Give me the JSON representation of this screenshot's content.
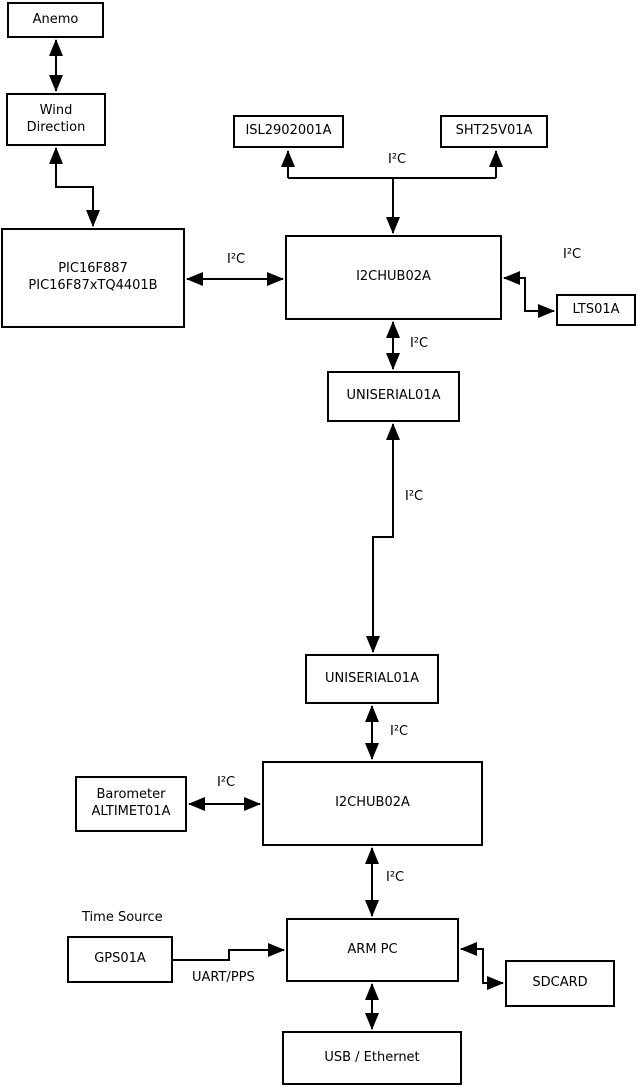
{
  "diagram": {
    "type": "block-diagram",
    "colors": {
      "line": "#000000",
      "background": "#ffffff",
      "box_fill": "#ffffff",
      "text": "#000000"
    },
    "nodes": {
      "anemo": {
        "label": "Anemo"
      },
      "wind_direction": {
        "line1": "Wind",
        "line2": "Direction"
      },
      "pic": {
        "line1": "PIC16F887",
        "line2": "PIC16F87xTQ4401B"
      },
      "isl": {
        "label": "ISL2902001A"
      },
      "sht": {
        "label": "SHT25V01A"
      },
      "i2c_hub_top": {
        "label": "I2CHUB02A"
      },
      "lts": {
        "label": "LTS01A"
      },
      "uniserial_top": {
        "label": "UNISERIAL01A"
      },
      "uniserial_bottom": {
        "label": "UNISERIAL01A"
      },
      "barometer": {
        "line1": "Barometer",
        "line2": "ALTIMET01A"
      },
      "i2c_hub_bottom": {
        "label": "I2CHUB02A"
      },
      "gps": {
        "label": "GPS01A"
      },
      "arm_pc": {
        "label": "ARM PC"
      },
      "sdcard": {
        "label": "SDCARD"
      },
      "usb_ethernet": {
        "label": "USB / Ethernet"
      }
    },
    "edge_labels": {
      "i2c": "I²C",
      "uart_pps": "UART/PPS",
      "time_source": "Time Source"
    },
    "edges": [
      {
        "from": "anemo",
        "to": "wind_direction",
        "bidirectional": true
      },
      {
        "from": "wind_direction",
        "to": "pic",
        "bidirectional": true
      },
      {
        "from": "pic",
        "to": "i2c_hub_top",
        "bidirectional": true,
        "label": "I²C"
      },
      {
        "from": "i2c_hub_top",
        "to": "isl",
        "label": "I²C"
      },
      {
        "from": "i2c_hub_top",
        "to": "sht",
        "label": "I²C"
      },
      {
        "from": "i2c_hub_top",
        "to": "lts",
        "bidirectional": true,
        "label": "I²C"
      },
      {
        "from": "i2c_hub_top",
        "to": "uniserial_top",
        "bidirectional": true,
        "label": "I²C"
      },
      {
        "from": "uniserial_top",
        "to": "uniserial_bottom",
        "bidirectional": true,
        "label": "I²C"
      },
      {
        "from": "uniserial_bottom",
        "to": "i2c_hub_bottom",
        "bidirectional": true,
        "label": "I²C"
      },
      {
        "from": "barometer",
        "to": "i2c_hub_bottom",
        "bidirectional": true,
        "label": "I²C"
      },
      {
        "from": "i2c_hub_bottom",
        "to": "arm_pc",
        "bidirectional": true,
        "label": "I²C"
      },
      {
        "from": "gps",
        "to": "arm_pc",
        "label": "UART/PPS"
      },
      {
        "from": "arm_pc",
        "to": "sdcard",
        "bidirectional": true
      },
      {
        "from": "arm_pc",
        "to": "usb_ethernet",
        "bidirectional": true
      }
    ]
  }
}
